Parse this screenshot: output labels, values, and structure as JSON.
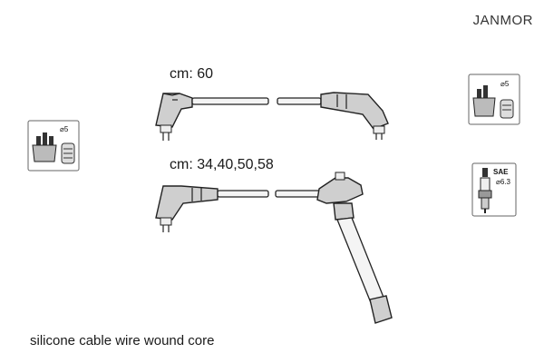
{
  "brand": "JANMOR",
  "lengths": {
    "wire_set_1": "cm: 60",
    "wire_set_2": "cm: 34,40,50,58"
  },
  "caption": "silicone cable wire wound core",
  "icons": {
    "distributor_left": {
      "name": "distributor-cap-icon",
      "label": "⌀5"
    },
    "coil_right": {
      "name": "ignition-coil-icon",
      "label": "⌀5"
    },
    "spark_plug": {
      "name": "spark-plug-icon",
      "label": "SAE",
      "sublabel": "⌀6.3"
    }
  }
}
